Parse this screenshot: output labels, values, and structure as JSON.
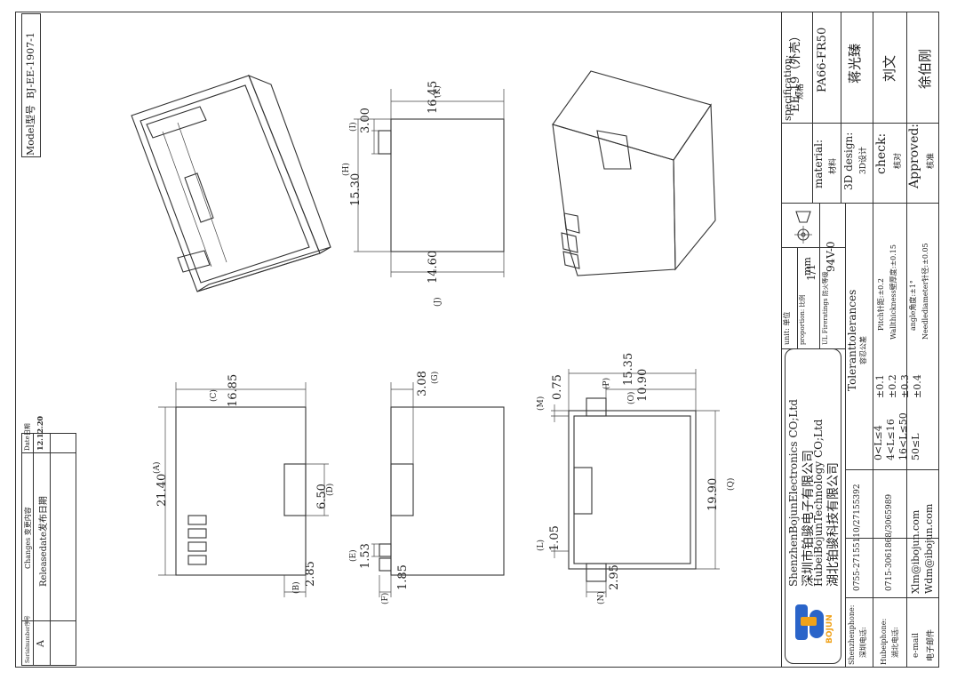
{
  "model_box": {
    "label": "Model型号",
    "value": "BJ-EE-1907-1"
  },
  "changes": {
    "header_serial": "Serialnumber序号",
    "header_changes": "Changes 变更内容",
    "header_date": "Date日期",
    "row_serial": "A",
    "row_change": "Releasedate发布日期",
    "row_date": "12.12.20"
  },
  "dims": {
    "A": "21.40",
    "A_tag": "(A)",
    "B": "2.85",
    "B_tag": "(B)",
    "C": "16.85",
    "C_tag": "(C)",
    "D": "6.50",
    "D_tag": "(D)",
    "E": "1.53",
    "E_tag": "(E)",
    "F": "1.85",
    "F_tag": "(F)",
    "G": "3.08",
    "G_tag": "(G)",
    "H": "15.30",
    "H_tag": "(H)",
    "I": "3.00",
    "I_tag": "(I)",
    "J": "14.60",
    "J_tag": "(J)",
    "K": "16.45",
    "K_tag": "(K)",
    "L": "1.05",
    "L_tag": "(L)",
    "M": "0.75",
    "M_tag": "(M)",
    "N": "2.95",
    "N_tag": "(N)",
    "O": "10.90",
    "O_tag": "(O)",
    "P": "15.35",
    "P_tag": "(P)",
    "Q": "19.90",
    "Q_tag": "(Q)"
  },
  "title_block": {
    "spec_label": "specification:",
    "spec_label_cn": "规格",
    "spec_value": "EE-19（外壳）",
    "material_label": "material:",
    "material_label_cn": "材料",
    "material_value": "PA66-FR50",
    "design_label": "3D design:",
    "design_label_cn": "3D设计",
    "design_value": "蒋光臻",
    "check_label": "check:",
    "check_label_cn": "核对",
    "check_value": "刘文",
    "approved_label": "Approved:",
    "approved_label_cn": "核准",
    "approved_value": "徐伯刚",
    "unit_label": "unit:",
    "unit_label_cn": "单位",
    "unit_value": "mm",
    "proportion_label": "proportion:",
    "proportion_label_cn": "比例",
    "proportion_value": "1/1",
    "fire_label": "UL Fireratings",
    "fire_label_cn": "防火等级",
    "fire_value": "94V-0",
    "tol_title": "Toleranttolerances",
    "tol_title_cn": "容忍公差",
    "tol_pitch": "Pitch针距:±0.2",
    "tol_wall": "Wallthickness壁厚度:±0.15",
    "tol_angle": "angle角度:±1°",
    "tol_needle": "Needlediameter针径:±0.05",
    "tol_r1": "0<L≤4",
    "tol_v1": "±0.1",
    "tol_r2": "4<L≤16",
    "tol_v2": "±0.2",
    "tol_r3": "16<L≤50",
    "tol_v3": "±0.3",
    "tol_r4": "50≤L",
    "tol_v4": "±0.4",
    "company_en1": "ShenzhenBojunElectronics CO;Ltd",
    "company_cn1": "深圳市铂骏电子有限公司",
    "company_en2": "HubeiBojunTechnology CO;Ltd",
    "company_cn2": "湖北铂骏科技有限公司",
    "sz_phone_label": "Shenzhenphone:",
    "sz_phone_label_cn": "深圳电话:",
    "sz_phone": "0755-27155110/27155392",
    "hb_phone_label": "Hubeiphone:",
    "hb_phone_label_cn": "湖北电话:",
    "hb_phone": "0715-3061868/3065989",
    "email_label": "e-mail",
    "email_label_cn": "电子邮件",
    "email1": "Xlm@ibojun.com",
    "email2": "Wdm@ibojun.com",
    "logo_text": "BOJUN"
  }
}
